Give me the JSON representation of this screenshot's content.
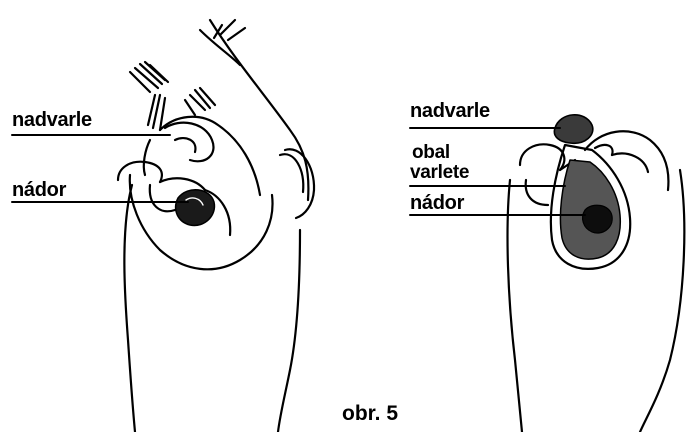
{
  "figure": {
    "caption": "obr. 5",
    "left_panel": {
      "labels": [
        "nadvarle",
        "nádor"
      ]
    },
    "right_panel": {
      "labels": [
        "nadvarle",
        "obal",
        "varlete",
        "nádor"
      ]
    }
  }
}
